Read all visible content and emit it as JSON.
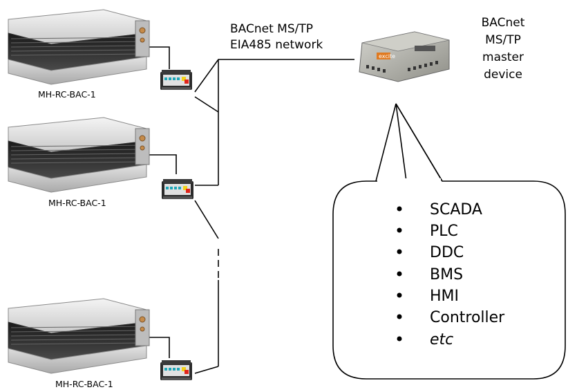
{
  "network": {
    "line1": "BACnet MS/TP",
    "line2": "EIA485 network"
  },
  "master": {
    "line1": "BACnet",
    "line2": "MS/TP",
    "line3": "master",
    "line4": "device",
    "logo_text": "excite"
  },
  "units": [
    {
      "label": "MH-RC-BAC-1"
    },
    {
      "label": "MH-RC-BAC-1"
    },
    {
      "label": "MH-RC-BAC-1"
    }
  ],
  "bubble": {
    "items": [
      "SCADA",
      "PLC",
      "DDC",
      "BMS",
      "HMI",
      "Controller",
      "etc"
    ]
  },
  "colors": {
    "line": "#000000",
    "unit_dark": "#2b2b2b",
    "unit_light": "#d9d9d9",
    "led_cyan": "#1fa7b8",
    "led_yellow": "#f2d21a",
    "led_red": "#e0241b",
    "master_body": "#b9b9b2",
    "master_orange": "#e07a20"
  }
}
